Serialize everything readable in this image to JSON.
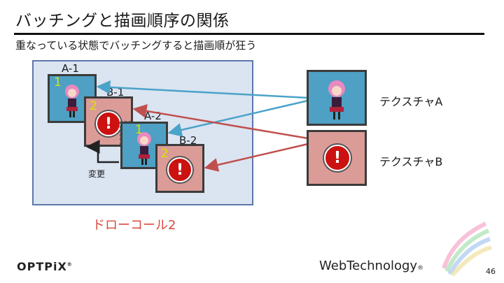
{
  "slide": {
    "title": "バッチングと描画順序の関係",
    "subtitle": "重なっている状態でバッチングすると描画順が狂う",
    "page_number": "46"
  },
  "diagram": {
    "tiles": {
      "a1": "A-1",
      "b1": "B-1",
      "a2": "A-2",
      "b2": "B-2"
    },
    "order_numbers": {
      "a1": "1",
      "b1": "2",
      "a2": "1",
      "b2": "2"
    },
    "change_label": "変更",
    "draw_call_label": "ドローコール2",
    "texture_a_label": "テクスチャA",
    "texture_b_label": "テクスチャB",
    "warning_glyph": "!"
  },
  "logos": {
    "optpix": "OPTPiX",
    "webtech": "WebTechnology"
  },
  "colors": {
    "canvas_bg": "#dbe4f1",
    "texture_a": "#4ea0c4",
    "texture_b": "#db9c98",
    "arrow_a": "#4aa3c8",
    "arrow_b": "#c0504d",
    "order_number": "#d8e600",
    "draw_call_text": "#d94a3f"
  }
}
